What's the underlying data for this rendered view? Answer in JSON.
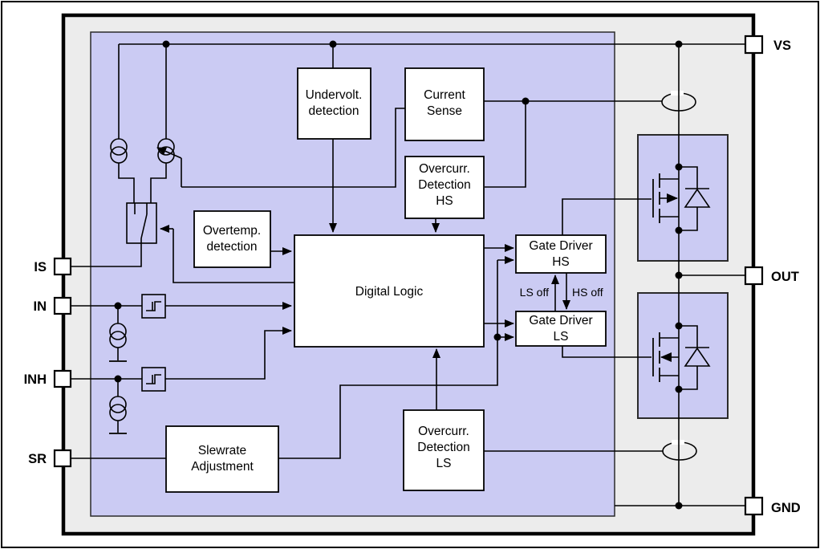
{
  "diagram": {
    "title_hint": "half-bridge driver IC block diagram",
    "pins": {
      "is": {
        "label": "IS"
      },
      "in": {
        "label": "IN"
      },
      "inh": {
        "label": "INH"
      },
      "sr": {
        "label": "SR"
      },
      "vs": {
        "label": "VS"
      },
      "out": {
        "label": "OUT"
      },
      "gnd": {
        "label": "GND"
      }
    },
    "blocks": {
      "undervolt": {
        "line1": "Undervolt.",
        "line2": "detection"
      },
      "current_sense": {
        "line1": "Current",
        "line2": "Sense"
      },
      "overcurr_hs": {
        "line1": "Overcurr.",
        "line2": "Detection",
        "line3": "HS"
      },
      "overtemp": {
        "line1": "Overtemp.",
        "line2": "detection"
      },
      "digital_logic": {
        "label": "Digital Logic"
      },
      "gate_driver_hs": {
        "line1": "Gate Driver",
        "line2": "HS"
      },
      "gate_driver_ls": {
        "line1": "Gate Driver",
        "line2": "LS"
      },
      "slewrate": {
        "line1": "Slewrate",
        "line2": "Adjustment"
      },
      "overcurr_ls": {
        "line1": "Overcurr.",
        "line2": "Detection",
        "line3": "LS"
      }
    },
    "signals": {
      "ls_off": "LS off",
      "hs_off": "HS off"
    },
    "colors": {
      "chip_fill": "#ececec",
      "logic_region_fill": "#cbcbf3",
      "mosfet_region_fill": "#cbcbf3",
      "wire": "#000000",
      "block_fill": "#ffffff"
    }
  }
}
